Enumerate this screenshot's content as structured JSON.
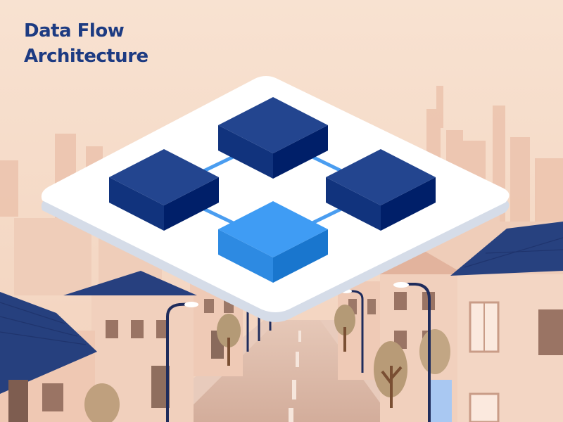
{
  "title": {
    "line1": "Data Flow",
    "line2": "Architecture"
  },
  "colors": {
    "sky": "#f6dcc8",
    "title_text": "#1d3b82",
    "platform": "#ffffff",
    "platform_shadow": "#dde4ee",
    "node_dark": "#23458f",
    "node_highlight": "#3f9cf4",
    "connector": "#4a9df0",
    "roof": "#2a3f7e",
    "house_wall": "#f1cfbb",
    "street": "#d8b7a6",
    "tree_trunk": "#7a4f33",
    "tree_foliage": "#b79a78",
    "lamp_post": "#1f2c5c"
  },
  "icons": [
    "street-lamp-icon",
    "tree-icon",
    "house-icon"
  ],
  "diagram": {
    "nodes": [
      {
        "id": "node-top",
        "kind": "dark"
      },
      {
        "id": "node-left",
        "kind": "dark"
      },
      {
        "id": "node-right",
        "kind": "dark"
      },
      {
        "id": "node-bottom",
        "kind": "highlight"
      }
    ],
    "edges": [
      {
        "from": "node-top",
        "to": "node-left"
      },
      {
        "from": "node-top",
        "to": "node-right"
      },
      {
        "from": "node-left",
        "to": "node-bottom"
      },
      {
        "from": "node-right",
        "to": "node-bottom"
      }
    ]
  }
}
